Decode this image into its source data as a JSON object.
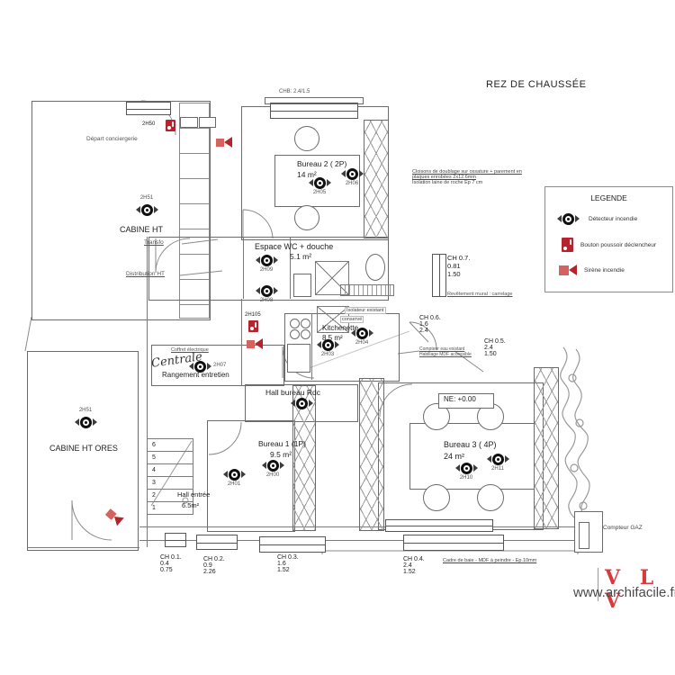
{
  "title": "REZ DE CHAUSSÉE",
  "legend": {
    "title": "LEGENDE",
    "items": [
      {
        "icon": "smoke-detector-icon",
        "label": "Détecteur incendie"
      },
      {
        "icon": "push-button-icon",
        "label": "Bouton poussoir déclencheur"
      },
      {
        "icon": "siren-icon",
        "label": "Sirène incendie"
      }
    ]
  },
  "rooms": {
    "cabine_ht": {
      "name": "CABINE HT"
    },
    "cabine_ores": {
      "name": "CABINE HT ORES"
    },
    "bureau2": {
      "name": "Bureau 2 ( 2P)",
      "area": "14 m²"
    },
    "wc": {
      "name": "Espace WC + douche",
      "area": "5.1 m²"
    },
    "kitchenette": {
      "name": "Kitchenette",
      "area": "8.5 m²"
    },
    "hall_bureau": {
      "name": "Hall bureau Rdc"
    },
    "bureau1": {
      "name": "Bureau 1 (1P)",
      "area": "9.5 m²"
    },
    "bureau3": {
      "name": "Bureau 3 ( 4P)",
      "area": "24 m²"
    },
    "rangement": {
      "name": "Rangement entretien"
    },
    "hall_entree": {
      "name": "Hall entrée",
      "area": "6.5m²"
    },
    "level_mark": "NE: +0.00"
  },
  "detectors": [
    "2H51",
    "2H51",
    "2H05",
    "2H06",
    "2H09",
    "2H08",
    "2H07",
    "",
    "2H00",
    "2H01",
    "2H04",
    "2H03",
    "2H10",
    "2H11"
  ],
  "buttons": [
    "2H50",
    "2H105"
  ],
  "annotations": {
    "chb": "CHB: 2.4/1.5",
    "cloisons_1": "Cloisons de doublage sur ossature + parement en plaques enrobées 2x12.6mm",
    "cloisons_2": "Isolation laine de roche Ep 7 cm",
    "depart": "Départ conciergerie",
    "transfo": "Transfo",
    "distribution": "Distribution HT",
    "revetement": "Revêtement mural : carrelage",
    "isolateur_1": "Isolateur existant",
    "isolateur_2": "conservé",
    "compteur_eau_1": "Compteur eau existant",
    "compteur_eau_2": "Habillage MDF accessible",
    "coffret": "Coffret électrique",
    "handwriting": "Centrale",
    "cadre_baie": "Cadre de baie - MDF à peindre - Ep.10mm",
    "compteur_gaz": "Compteur GAZ"
  },
  "openings": {
    "ch07": {
      "name": "CH 0.7.",
      "w": "0.81",
      "h": "1.50"
    },
    "ch06": {
      "name": "CH 0.6.",
      "w": "1.6",
      "h": "2.4"
    },
    "ch05": {
      "name": "CH 0.5.",
      "w": "2.4",
      "h": "1.50"
    },
    "ch01": {
      "name": "CH 0.1.",
      "w": "0.4",
      "h": "0.75"
    },
    "ch02": {
      "name": "CH 0.2.",
      "w": "0.9",
      "h": "2.26"
    },
    "ch03": {
      "name": "CH 0.3.",
      "w": "1.6",
      "h": "1.52"
    },
    "ch04": {
      "name": "CH 0.4.",
      "w": "2.4",
      "h": "1.52"
    }
  },
  "stairs": [
    "6",
    "5",
    "4",
    "3",
    "2",
    "1"
  ],
  "footer": {
    "logo": "V L V",
    "site": "www.archifacile.fr"
  },
  "colors": {
    "fire_red": "#b5242e",
    "logo_red": "#d93a3e"
  }
}
